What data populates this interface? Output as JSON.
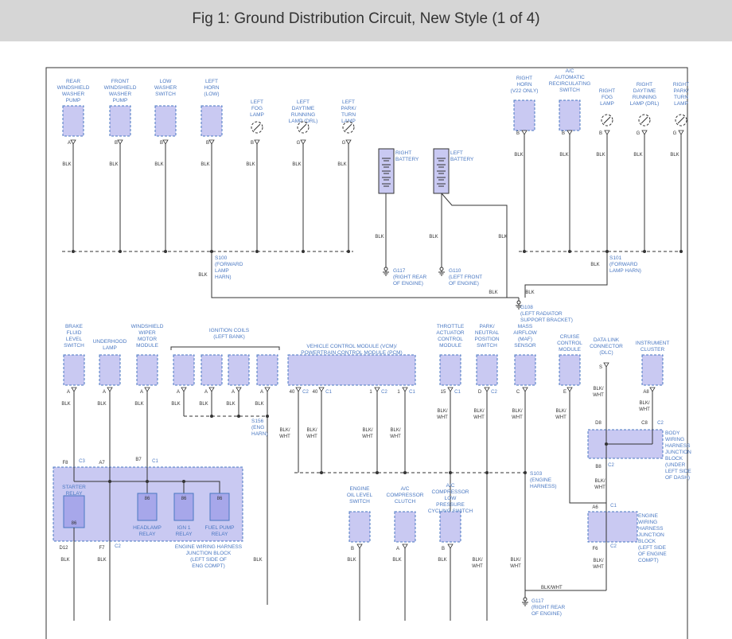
{
  "title": "Fig 1: Ground Distribution Circuit, New Style (1 of 4)",
  "colors": {
    "blue": "#4a78c2",
    "box_fill": "#c9c9f2",
    "box_stroke": "#4a78c2",
    "wire": "#333333",
    "shade": "#c9c9f2"
  },
  "labels": {
    "top": {
      "rear_washer": [
        "REAR",
        "WINDSHIELD",
        "WASHER",
        "PUMP"
      ],
      "front_washer": [
        "FRONT",
        "WINDSHIELD",
        "WASHER",
        "PUMP"
      ],
      "low_washer": [
        "LOW",
        "WASHER",
        "SWITCH"
      ],
      "left_horn": [
        "LEFT",
        "HORN",
        "(LOW)"
      ],
      "left_fog": [
        "LEFT",
        "FOG",
        "LAMP"
      ],
      "left_drl": [
        "LEFT",
        "DAYTIME",
        "RUNNING",
        "LAMP (DRL)"
      ],
      "left_park": [
        "LEFT",
        "PARK/",
        "TURN",
        "LAMP"
      ],
      "right_battery": [
        "RIGHT",
        "BATTERY"
      ],
      "left_battery": [
        "LEFT",
        "BATTERY"
      ],
      "right_horn": [
        "RIGHT",
        "HORN",
        "(V22 ONLY)"
      ],
      "ac_recirc": [
        "A/C",
        "AUTOMATIC",
        "RECIRCULATING",
        "SWITCH"
      ],
      "right_fog": [
        "RIGHT",
        "FOG",
        "LAMP"
      ],
      "right_drl": [
        "RIGHT",
        "DAYTIME",
        "RUNNING",
        "LAMP (DRL)"
      ],
      "right_park": [
        "RIGHT",
        "PARK/",
        "TURN",
        "LAMP"
      ]
    },
    "mid": {
      "brake_fluid": [
        "BRAKE",
        "FLUID",
        "LEVEL",
        "SWITCH"
      ],
      "underhood": [
        "UNDERHOOD",
        "LAMP"
      ],
      "wiper_motor": [
        "WINDSHIELD",
        "WIPER",
        "MOTOR",
        "MODULE"
      ],
      "ign_coils": [
        "IGNITION COILS",
        "(LEFT BANK)"
      ],
      "vcm": [
        "VEHICLE CONTROL MODULE (VCM)/",
        "POWERTRAIN CONTROL MODULE (PCM)"
      ],
      "throttle": [
        "THROTTLE",
        "ACTUATOR",
        "CONTROL",
        "MODULE"
      ],
      "park_neutral": [
        "PARK/",
        "NEUTRAL",
        "POSITION",
        "SWITCH"
      ],
      "maf": [
        "MASS",
        "AIRFLOW",
        "(MAF)",
        "SENSOR"
      ],
      "cruise": [
        "CRUISE",
        "CONTROL",
        "MODULE"
      ],
      "dlc": [
        "DATA LINK",
        "CONNECTOR",
        "(DLC)"
      ],
      "cluster": [
        "INSTRUMENT",
        "CLUSTER"
      ],
      "body_jb": [
        "BODY",
        "WIRING",
        "HARNESS",
        "JUNCTION",
        "BLOCK",
        "(UNDER",
        "LEFT SIDE",
        "OF DASH)"
      ],
      "engine_jb": [
        "ENGINE",
        "WIRING",
        "HARNESS",
        "JUNCTION",
        "BLOCK",
        "(LEFT SIDE",
        "OF ENGINE",
        "COMPT)"
      ],
      "oil_level": [
        "ENGINE",
        "OIL LEVEL",
        "SWITCH"
      ],
      "ac_clutch": [
        "A/C",
        "COMPRESSOR",
        "CLUTCH"
      ],
      "ac_low": [
        "A/C",
        "COMPRESSOR",
        "LOW",
        "PRESSURE",
        "CYCLING SWITCH"
      ]
    },
    "relays": {
      "starter": [
        "STARTER",
        "RELAY"
      ],
      "headlamp": [
        "HEADLAMP",
        "RELAY"
      ],
      "ign1": [
        "IGN 1",
        "RELAY"
      ],
      "fuel_pump": [
        "FUEL PUMP",
        "RELAY"
      ],
      "block": [
        "ENGINE WIRING HARNESS",
        "JUNCTION BLOCK",
        "(LEFT SIDE OF",
        "ENG COMPT)"
      ],
      "pin86": "86"
    },
    "splices": {
      "s100": [
        "S100",
        "(FORWARD",
        "LAMP",
        "HARN)"
      ],
      "s101": [
        "S101",
        "(FORWARD",
        "LAMP HARN)"
      ],
      "s156": [
        "S156",
        "(ENG",
        "HARN)"
      ],
      "s103": [
        "S103",
        "(ENGINE",
        "HARNESS)"
      ]
    },
    "grounds": {
      "g117a": [
        "G117",
        "(RIGHT REAR",
        "OF ENGINE)"
      ],
      "g110": [
        "G110",
        "(LEFT FRONT",
        "OF ENGINE)"
      ],
      "g108": [
        "G108",
        "(LEFT RADIATOR",
        "SUPPORT BRACKET)"
      ],
      "g117b": [
        "G117",
        "(RIGHT REAR",
        "OF ENGINE)"
      ]
    },
    "wire": {
      "blk": "BLK",
      "blkwht1": "BLK/",
      "blkwht2": "WHT",
      "blkwht": "BLK/WHT"
    },
    "pins": {
      "A": "A",
      "B": "B",
      "G": "G",
      "S": "S",
      "C": "C",
      "D": "D",
      "E": "E",
      "n40": "40",
      "n1": "1",
      "n15": "15",
      "A8": "A8",
      "D8": "D8",
      "C8": "C8",
      "B8": "B8",
      "A6": "A6",
      "F6": "F6",
      "F8": "F8",
      "A7": "A7",
      "B7": "B7",
      "D12": "D12",
      "F7": "F7"
    },
    "conns": {
      "C1": "C1",
      "C2": "C2",
      "C3": "C3"
    }
  }
}
